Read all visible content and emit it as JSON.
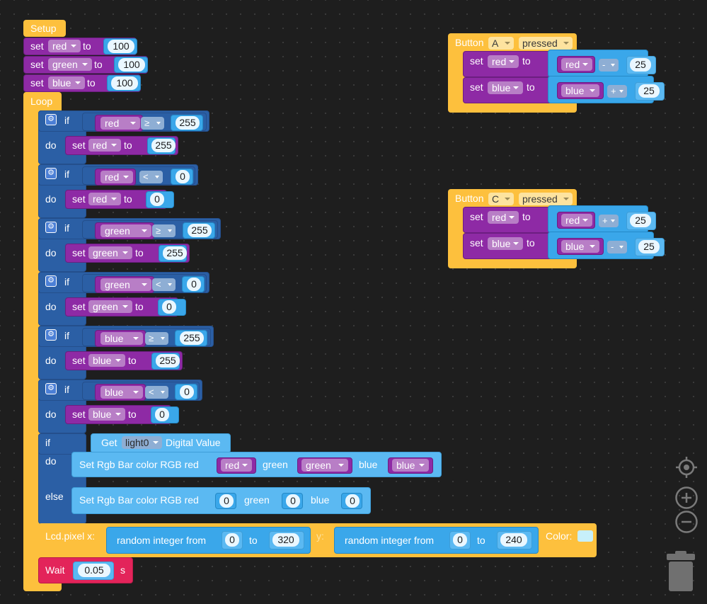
{
  "setup": {
    "label": "Setup",
    "rows": [
      {
        "set": "set",
        "var": "red",
        "to": "to",
        "value": "100"
      },
      {
        "set": "set",
        "var": "green",
        "to": "to",
        "value": "100"
      },
      {
        "set": "set",
        "var": "blue",
        "to": "to",
        "value": "100"
      }
    ]
  },
  "loop": {
    "label": "Loop",
    "if_kw": "if",
    "do_kw": "do",
    "else_kw": "else",
    "set_kw": "set",
    "to_kw": "to",
    "ifs": [
      {
        "var": "red",
        "op": "≥",
        "val": "255",
        "set_var": "red",
        "set_val": "255"
      },
      {
        "var": "red",
        "op": "<",
        "val": "0",
        "set_var": "red",
        "set_val": "0"
      },
      {
        "var": "green",
        "op": "≥",
        "val": "255",
        "set_var": "green",
        "set_val": "255"
      },
      {
        "var": "green",
        "op": "<",
        "val": "0",
        "set_var": "green",
        "set_val": "0"
      },
      {
        "var": "blue",
        "op": "≥",
        "val": "255",
        "set_var": "blue",
        "set_val": "255"
      },
      {
        "var": "blue",
        "op": "<",
        "val": "0",
        "set_var": "blue",
        "set_val": "0"
      }
    ],
    "light": {
      "get": "Get",
      "sensor": "light0",
      "suffix": "Digital Value"
    },
    "rgb_do": {
      "text": "Set Rgb Bar color RGB red",
      "red": "red",
      "green_label": "green",
      "green": "green",
      "blue_label": "blue",
      "blue": "blue"
    },
    "rgb_else": {
      "text": "Set Rgb Bar color RGB red",
      "red": "0",
      "green_label": "green",
      "green": "0",
      "blue_label": "blue",
      "blue": "0"
    },
    "lcd": {
      "label": "Lcd.pixel x:",
      "rand1": "random integer from",
      "from1": "0",
      "to1": "to",
      "max1": "320",
      "y_label": "y:",
      "rand2": "random integer from",
      "from2": "0",
      "to2": "to",
      "max2": "240",
      "color_label": "Color:",
      "color": "#c7f0fa"
    },
    "wait": {
      "label": "Wait",
      "value": "0.05",
      "unit": "s"
    }
  },
  "button_a": {
    "label": "Button",
    "button": "A",
    "event": "pressed",
    "rows": [
      {
        "set": "set",
        "var": "red",
        "to": "to",
        "expr_var": "red",
        "op": "-",
        "val": "25"
      },
      {
        "set": "set",
        "var": "blue",
        "to": "to",
        "expr_var": "blue",
        "op": "+",
        "val": "25"
      }
    ]
  },
  "button_c": {
    "label": "Button",
    "button": "C",
    "event": "pressed",
    "rows": [
      {
        "set": "set",
        "var": "red",
        "to": "to",
        "expr_var": "red",
        "op": "+",
        "val": "25"
      },
      {
        "set": "set",
        "var": "blue",
        "to": "to",
        "expr_var": "blue",
        "op": "-",
        "val": "25"
      }
    ]
  },
  "colors": {
    "event": "#fdc03d",
    "variable": "#8e2aa5",
    "logic": "#2b5fa5",
    "math": "#3aa7ea",
    "hardware": "#5bb9f2",
    "timer": "#e3245a"
  },
  "icons": [
    "gear-icon",
    "target-icon",
    "zoom-in-icon",
    "zoom-out-icon",
    "trash-icon"
  ]
}
